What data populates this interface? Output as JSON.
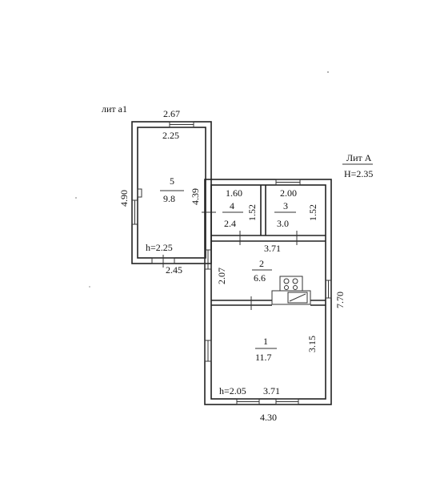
{
  "legend": {
    "lit_a1": "лит а1",
    "lit_a": "Лит А",
    "lit_a_height": "H=2.35"
  },
  "rooms": [
    {
      "number": "5",
      "area": "9.8"
    },
    {
      "number": "4",
      "area": "2.4"
    },
    {
      "number": "3",
      "area": "3.0"
    },
    {
      "number": "2",
      "area": "6.6"
    },
    {
      "number": "1",
      "area": "11.7"
    }
  ],
  "dimensions": {
    "annex_top_outer": "2.67",
    "annex_top_inner": "2.25",
    "annex_left": "4.90",
    "annex_right": "4.39",
    "annex_height": "h=2.25",
    "annex_bottom": "2.45",
    "room4_width": "1.60",
    "room4_depth": "1.52",
    "room3_width": "2.00",
    "room3_depth": "1.52",
    "rooms34_total_width": "3.71",
    "room2_depth": "2.07",
    "main_total_depth": "7.70",
    "room1_depth": "3.15",
    "main_height": "h=2.05",
    "room1_width": "3.71",
    "main_outer_width": "4.30"
  }
}
